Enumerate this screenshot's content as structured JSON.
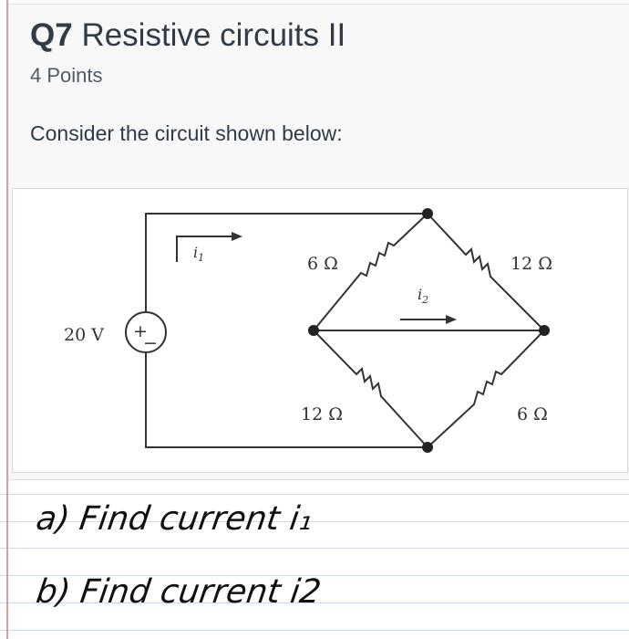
{
  "question": {
    "number": "Q7",
    "title": "Resistive circuits II",
    "points": "4 Points",
    "prompt": "Consider the circuit shown below:"
  },
  "circuit": {
    "source_voltage": "20 V",
    "source_plus": "+",
    "source_minus": "−",
    "current_1_label": "i",
    "current_1_sub": "1",
    "current_2_label": "i",
    "current_2_sub": "2",
    "r_top_left": "6 Ω",
    "r_top_right": "12 Ω",
    "r_bottom_left": "12 Ω",
    "r_bottom_right": "6 Ω"
  },
  "handwriting": {
    "line_a": "a) Find   current   i₁",
    "line_b": "b) Find   current   i2"
  },
  "colors": {
    "paper_line": "#c9dcee",
    "margin_line": "#e89a9a",
    "title_text": "#2f3b47"
  }
}
